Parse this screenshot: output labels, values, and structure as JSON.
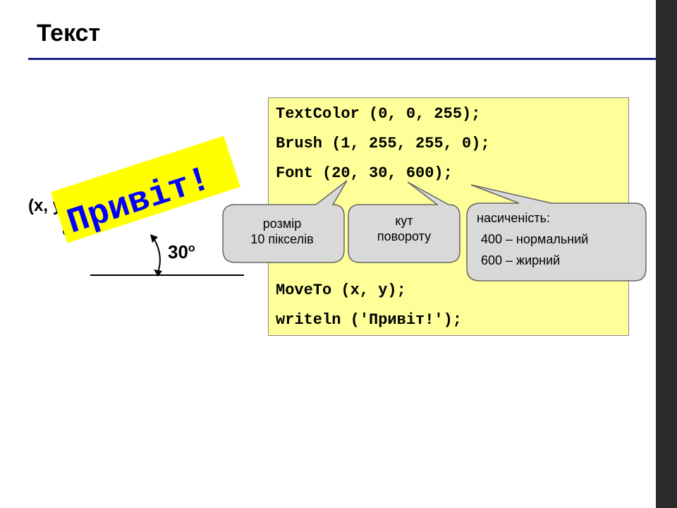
{
  "slide": {
    "title": "Текст"
  },
  "code": {
    "lines": [
      "TextColor (0, 0, 255);",
      "Brush (1, 255, 255, 0);",
      "Font (20, 30, 600);",
      "MoveTo (x, y);",
      "writeln ('Привіт!');"
    ]
  },
  "diagram": {
    "point_label": "(x, y)",
    "angle_value": "30",
    "angle_unit": "o",
    "sample_text": "Привіт!"
  },
  "callouts": {
    "size": {
      "line1": "розмір",
      "line2": "10 пікселів"
    },
    "angle": {
      "line1": "кут",
      "line2": "повороту"
    },
    "weight": {
      "line1": "насиченість:",
      "line2": "400 – нормальний",
      "line3": "600 – жирний"
    }
  },
  "colors": {
    "text_blue": "#0000ff",
    "brush_yellow": "#ffff00",
    "code_bg": "#ffff99",
    "callout_bg": "#d9d9d9",
    "rule_navy": "#1a237e"
  }
}
